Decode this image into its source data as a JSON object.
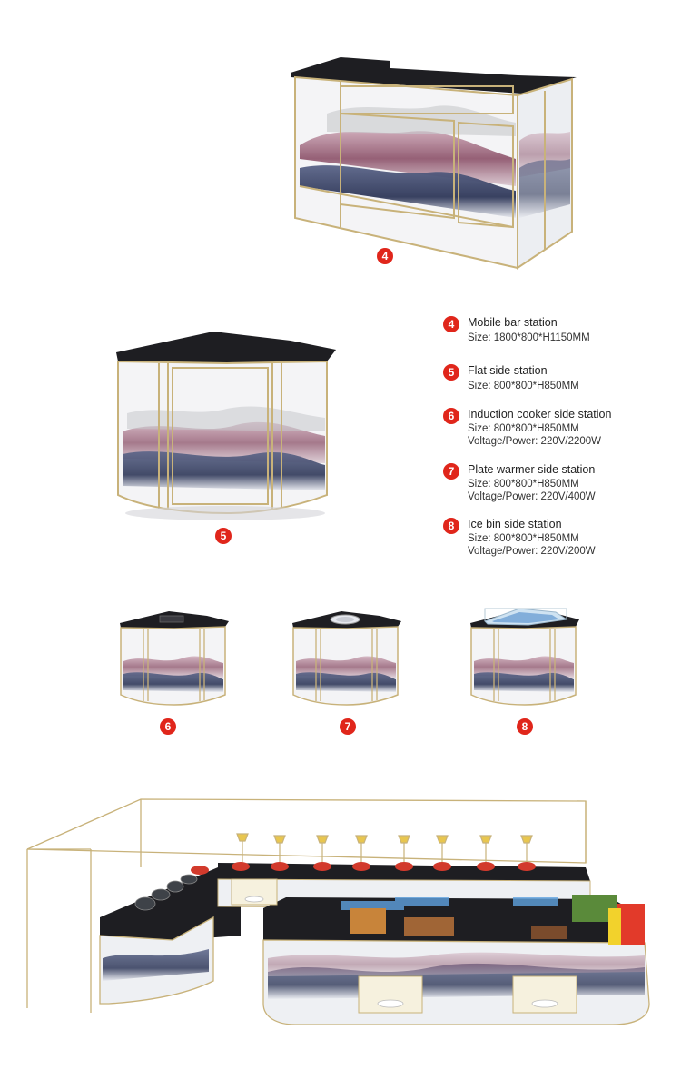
{
  "badges": {
    "b4": "4",
    "b5": "5",
    "b6": "6",
    "b7": "7",
    "b8": "8"
  },
  "specs": [
    {
      "num": "4",
      "name": "Mobile bar station",
      "lines": [
        "Size: 1800*800*H1150MM"
      ]
    },
    {
      "num": "5",
      "name": "Flat side station",
      "lines": [
        "Size: 800*800*H850MM"
      ]
    },
    {
      "num": "6",
      "name": "Induction cooker side station",
      "lines": [
        "Size: 800*800*H850MM",
        "Voltage/Power: 220V/2200W"
      ]
    },
    {
      "num": "7",
      "name": "Plate warmer side station",
      "lines": [
        "Size: 800*800*H850MM",
        "Voltage/Power: 220V/400W"
      ]
    },
    {
      "num": "8",
      "name": "Ice bin side station",
      "lines": [
        "Size: 800*800*H850MM",
        "Voltage/Power: 220V/200W"
      ]
    }
  ],
  "colors": {
    "badge": "#e0261b",
    "gold_frame": "#c8b27a",
    "countertop": "#1e1e22",
    "mountain_pink": "#8b5068",
    "mountain_navy": "#3b4466"
  }
}
